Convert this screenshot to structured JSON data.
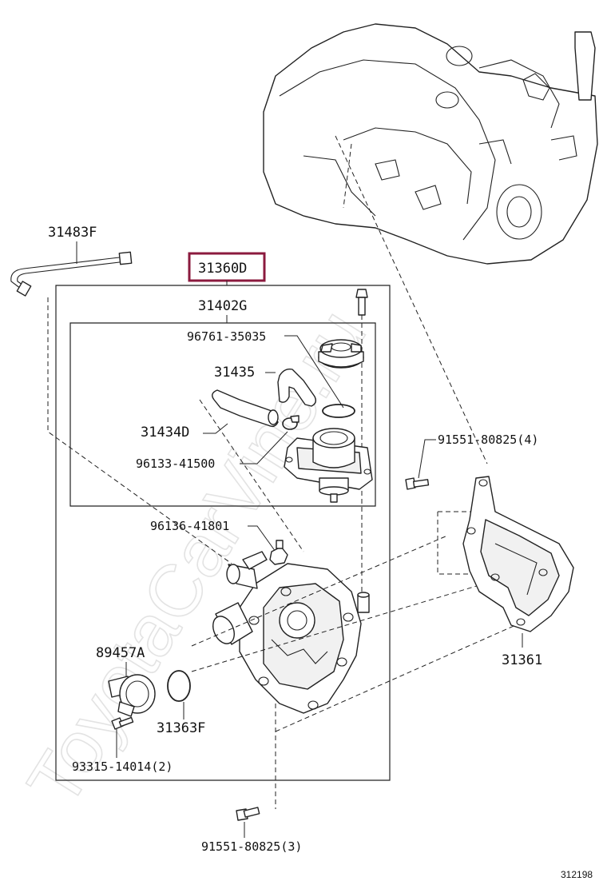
{
  "highlight_color": "#8b1a3e",
  "watermark": "ToyotaCarVine.ru",
  "labels": {
    "p31483F": "31483F",
    "p31360D": "31360D",
    "p31402G": "31402G",
    "p96761": "96761-35035",
    "p31435": "31435",
    "p31434D": "31434D",
    "p96133": "96133-41500",
    "p91551_4": "91551-80825(4)",
    "p96136": "96136-41801",
    "p89457A": "89457A",
    "p31361": "31361",
    "p31363F": "31363F",
    "p93315": "93315-14014(2)",
    "p91551_3": "91551-80825(3)",
    "ref": "312198"
  }
}
